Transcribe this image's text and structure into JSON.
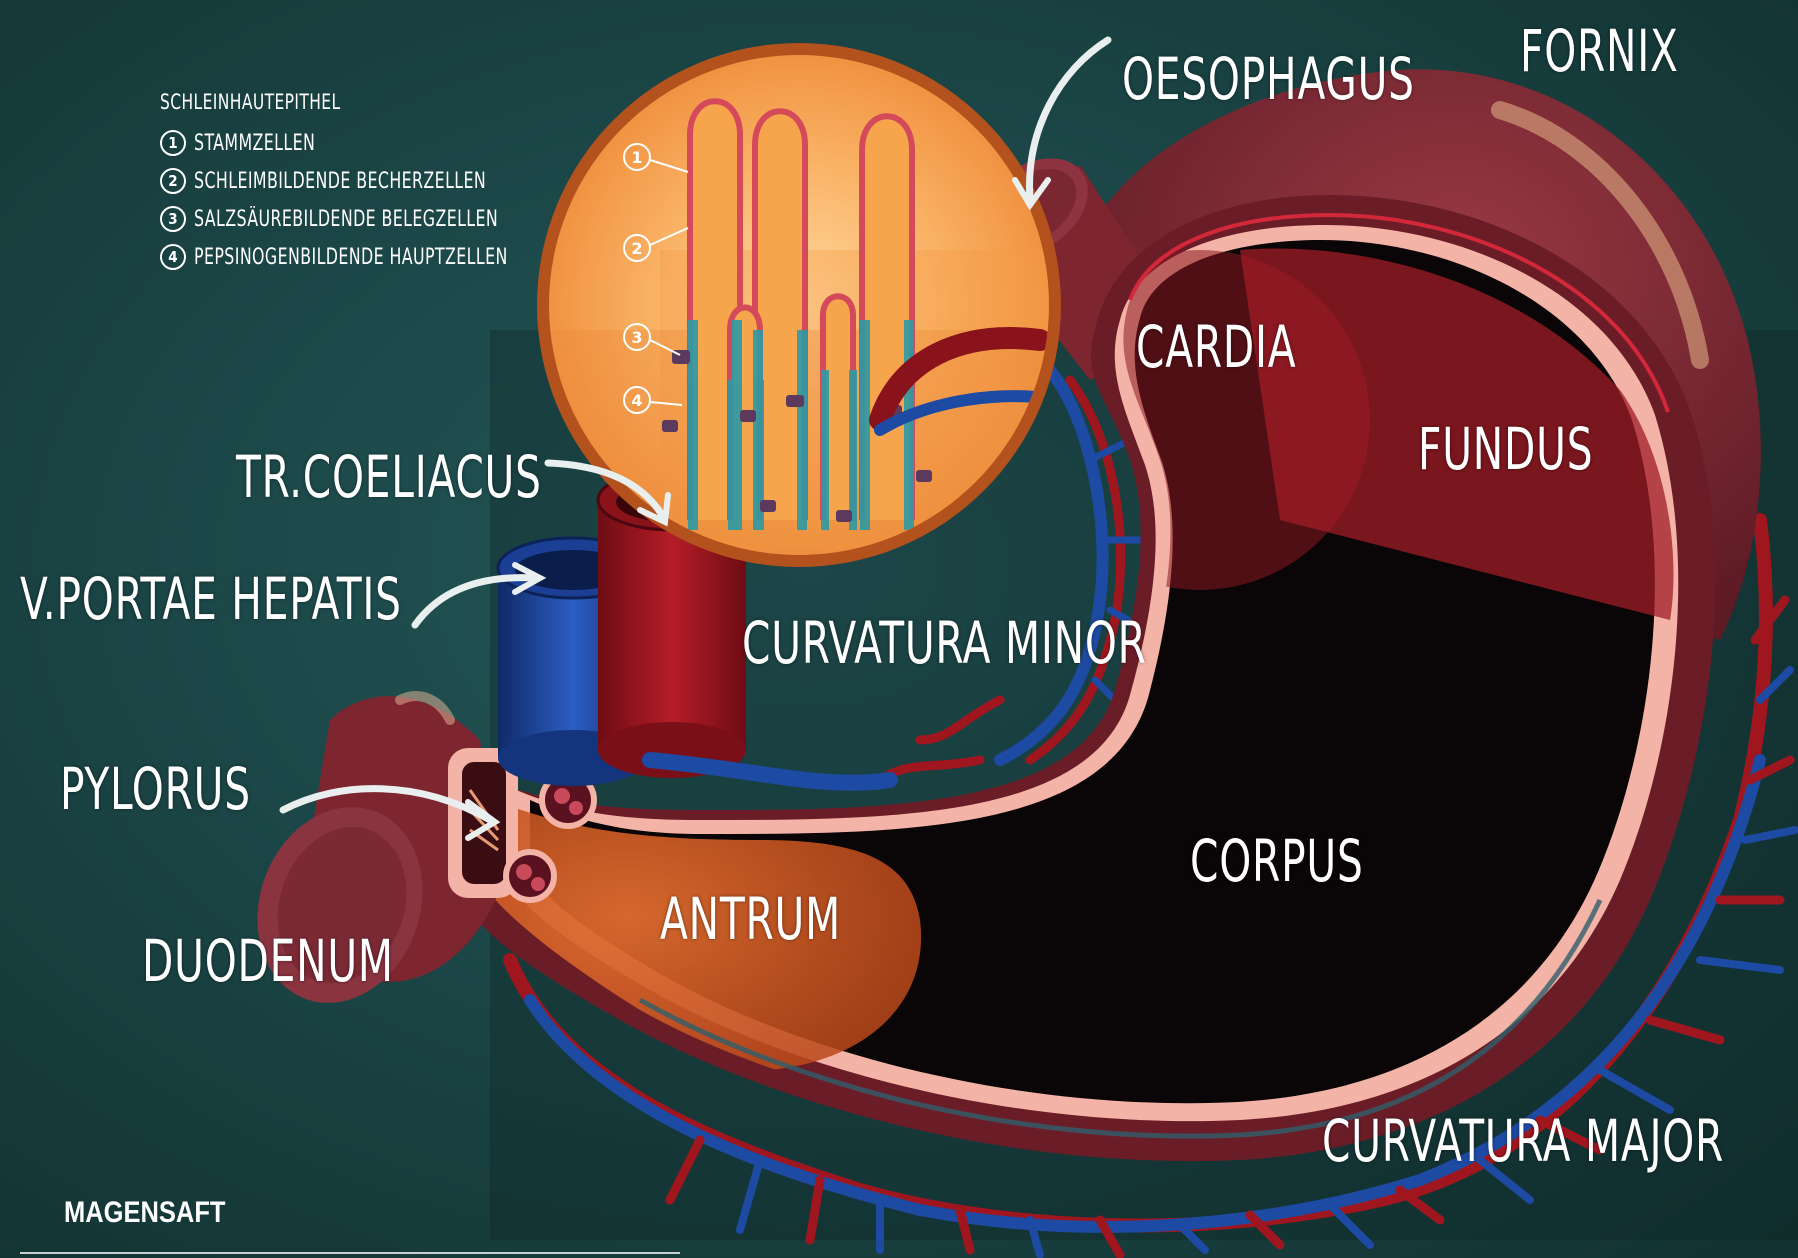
{
  "legend": {
    "title": "Schleinhautepithel",
    "items": [
      {
        "num": "1",
        "text": "Stammzellen"
      },
      {
        "num": "2",
        "text": "Schleimbildende Becherzellen"
      },
      {
        "num": "3",
        "text": "Salzsäurebildende Belegzellen"
      },
      {
        "num": "4",
        "text": "Pepsinogenbildende Hauptzellen"
      }
    ]
  },
  "labels": {
    "oesophagus": "Oesophagus",
    "fornix": "Fornix",
    "cardia": "Cardia",
    "fundus": "Fundus",
    "tr_coeliacus": "Tr.Coeliacus",
    "v_portae": "V.Portae Hepatis",
    "curvatura_minor": "Curvatura Minor",
    "pylorus": "Pylorus",
    "corpus": "Corpus",
    "antrum": "Antrum",
    "duodenum": "Duodenum",
    "curvatura_major": "Curvatura Major"
  },
  "inset_markers": [
    "1",
    "2",
    "3",
    "4"
  ],
  "footer": "MAGENSAFT",
  "colors": {
    "background": "#183a3c",
    "stomach_wall": "#8a2c36",
    "mucosa": "#f3b3a6",
    "artery": "#a0161e",
    "vein": "#1d4aa3",
    "inset_bg": "#f6a24c",
    "antrum_highlight": "#e8622a"
  }
}
